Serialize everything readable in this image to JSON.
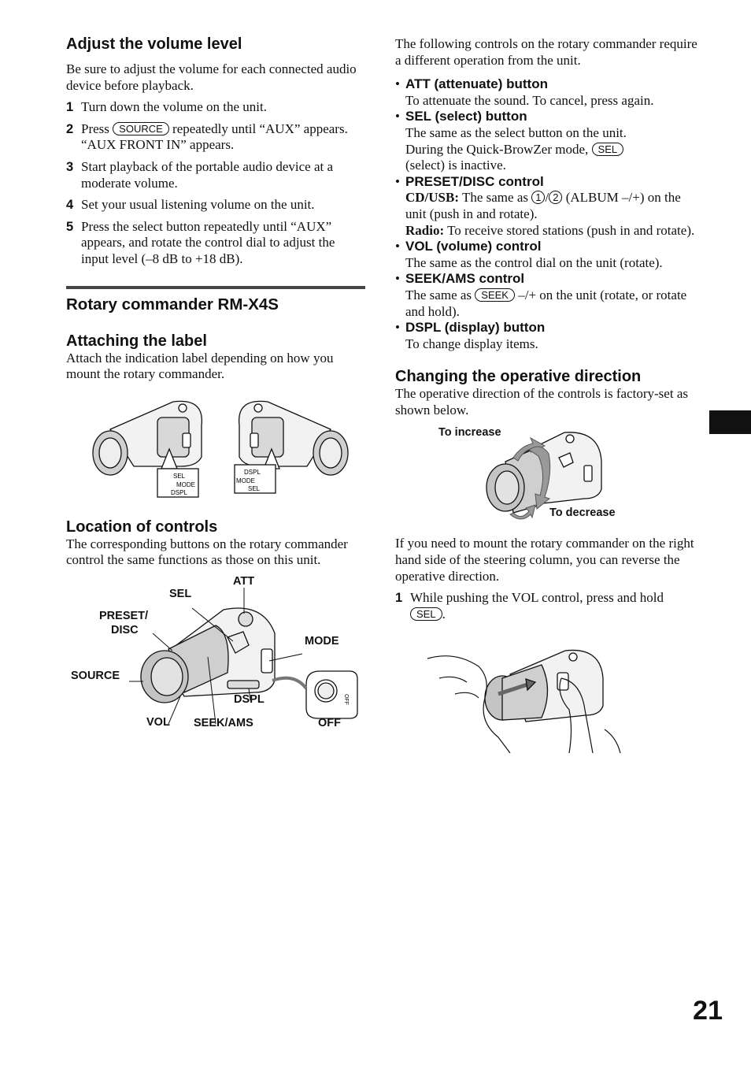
{
  "left": {
    "adjust_heading": "Adjust the volume level",
    "adjust_intro": "Be sure to adjust the volume for each connected audio device before playback.",
    "steps": [
      {
        "num": "1",
        "text": "Turn down the volume on the unit."
      },
      {
        "num": "2",
        "pre": "Press",
        "key": "SOURCE",
        "post": "repeatedly until “AUX” appears.",
        "extra": "“AUX FRONT IN” appears."
      },
      {
        "num": "3",
        "text": "Start playback of the portable audio device at a moderate volume."
      },
      {
        "num": "4",
        "text": "Set your usual listening volume on the unit."
      },
      {
        "num": "5",
        "text": "Press the select button repeatedly until “AUX” appears, and rotate the control dial to adjust the input level (–8 dB to +18 dB)."
      }
    ],
    "rotary_heading": "Rotary commander RM-X4S",
    "attach_heading": "Attaching the label",
    "attach_text": "Attach the indication label depending on how you mount the rotary commander.",
    "label_fig": {
      "left_label": [
        "SEL",
        "MODE",
        "DSPL"
      ],
      "right_label": [
        "DSPL",
        "MODE",
        "SEL"
      ]
    },
    "location_heading": "Location of controls",
    "location_text": "The corresponding buttons on the rotary commander control the same functions as those on this unit.",
    "controls_fig": {
      "att": "ATT",
      "sel": "SEL",
      "preset": "PRESET/",
      "disc": "DISC",
      "mode": "MODE",
      "source": "SOURCE",
      "dspl": "DSPL",
      "vol": "VOL",
      "seek": "SEEK/AMS",
      "off": "OFF",
      "off_small": "OFF"
    }
  },
  "right": {
    "intro": "The following controls on the rotary commander require a different operation from the unit.",
    "att_title": "ATT (attenuate) button",
    "att_body": "To attenuate the sound. To cancel, press again.",
    "sel_title": "SEL (select) button",
    "sel_body1": "The same as the select button on the unit.",
    "sel_body2_pre": "During the Quick-BrowZer mode,",
    "sel_key": "SEL",
    "sel_body2_post": "(select) is inactive.",
    "preset_title": "PRESET/DISC control",
    "preset_cd_label": "CD/USB:",
    "preset_cd_pre": "The same as",
    "key_1": "1",
    "slash": "/",
    "key_2": "2",
    "preset_cd_post": "(ALBUM –/+) on the unit (push in and rotate).",
    "preset_radio_label": "Radio:",
    "preset_radio_text": "To receive stored stations (push in and rotate).",
    "vol_title": "VOL (volume) control",
    "vol_body": "The same as the control dial on the unit (rotate).",
    "seek_title": "SEEK/AMS control",
    "seek_pre": "The same as",
    "seek_key": "SEEK",
    "seek_post": "–/+ on the unit (rotate, or rotate and hold).",
    "dspl_title": "DSPL (display) button",
    "dspl_body": "To change display items.",
    "direction_heading": "Changing the operative direction",
    "direction_text": "The operative direction of the controls is factory-set as shown below.",
    "to_increase": "To increase",
    "to_decrease": "To decrease",
    "reverse_text": "If you need to mount the rotary commander on the right hand side of the steering column, you can reverse the operative direction.",
    "step1_num": "1",
    "step1_pre": "While pushing the VOL control, press and hold",
    "step1_key": "SEL",
    "step1_post": "."
  },
  "page_number": "21"
}
